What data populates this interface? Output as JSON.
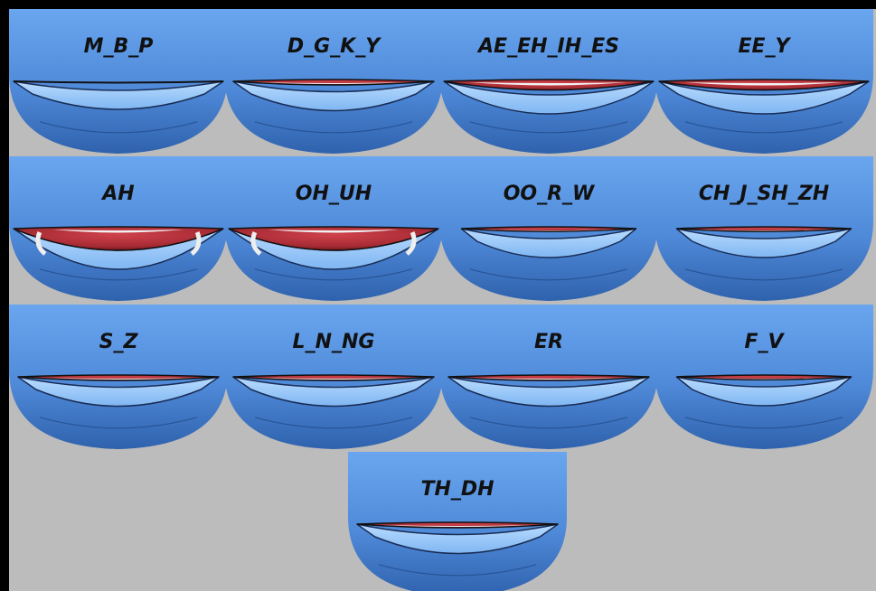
{
  "sheet": {
    "background": "#bcbcbc",
    "border_color": "#000000",
    "colors": {
      "skin_light": "#5f9ae8",
      "skin_mid": "#4a82d6",
      "skin_dark": "#2f5fa9",
      "lip_light": "#a8d2ff",
      "mouth_red": "#b8313a",
      "mouth_dark": "#6a1218",
      "teeth": "#f2f2f2",
      "label": "#111111"
    }
  },
  "visemes": [
    {
      "label": "M_B_P",
      "mouth": "closed"
    },
    {
      "label": "D_G_K_Y",
      "mouth": "slight"
    },
    {
      "label": "AE_EH_IH_ES",
      "mouth": "wide"
    },
    {
      "label": "EE_Y",
      "mouth": "wide"
    },
    {
      "label": "AH",
      "mouth": "open"
    },
    {
      "label": "OH_UH",
      "mouth": "open"
    },
    {
      "label": "OO_R_W",
      "mouth": "narrow"
    },
    {
      "label": "CH_J_SH_ZH",
      "mouth": "narrow"
    },
    {
      "label": "S_Z",
      "mouth": "slight"
    },
    {
      "label": "L_N_NG",
      "mouth": "slight"
    },
    {
      "label": "ER",
      "mouth": "slight"
    },
    {
      "label": "F_V",
      "mouth": "narrow"
    },
    {
      "label": "TH_DH",
      "mouth": "slight"
    }
  ]
}
